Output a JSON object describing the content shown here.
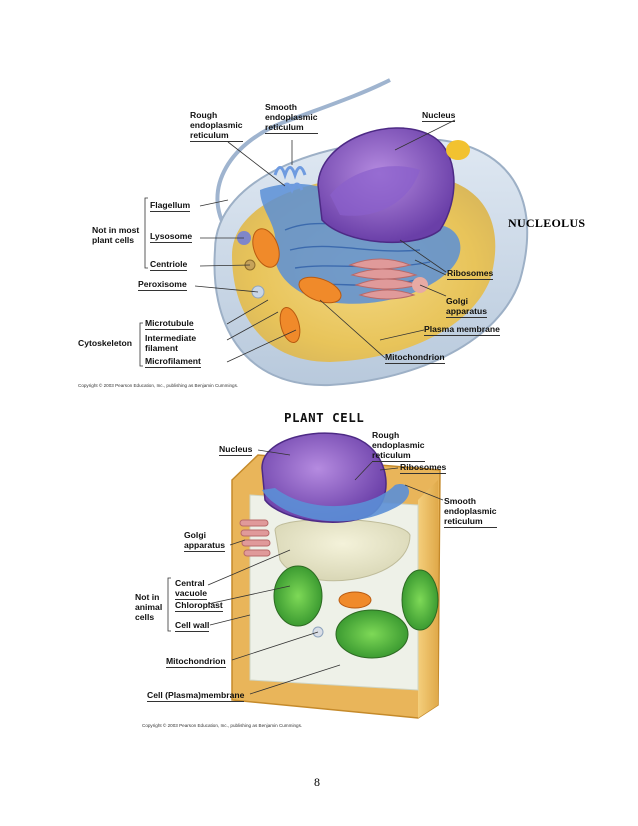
{
  "animal_cell": {
    "labels": {
      "rough_er": "Rough\nendoplasmic\nreticulum",
      "smooth_er": "Smooth\nendoplasmic\nreticulum",
      "nucleus": "Nucleus",
      "flagellum": "Flagellum",
      "not_in_plant": "Not in most\nplant cells",
      "lysosome": "Lysosome",
      "centriole": "Centriole",
      "peroxisome": "Peroxisome",
      "ribosomes": "Ribosomes",
      "golgi": "Golgi\napparatus",
      "plasma_membrane": "Plasma membrane",
      "microtubule": "Microtubule",
      "intermediate_filament": "Intermediate\nfilament",
      "microfilament": "Microfilament",
      "cytoskeleton": "Cytoskeleton",
      "mitochondrion": "Mitochondrion"
    },
    "copyright": "Copyright © 2003 Pearson Education, Inc., publishing as Benjamin Cummings."
  },
  "side_note": "NUCLEOLUS",
  "plant_cell": {
    "title": "PLANT CELL",
    "labels": {
      "nucleus": "Nucleus",
      "rough_er": "Rough\nendoplasmic\nreticulum",
      "ribosomes": "Ribosomes",
      "smooth_er": "Smooth\nendoplasmic\nreticulum",
      "golgi": "Golgi\napparatus",
      "central_vacuole": "Central\nvacuole",
      "not_in_animal": "Not in\nanimal\ncells",
      "chloroplast": "Chloroplast",
      "cell_wall": "Cell wall",
      "mitochondrion": "Mitochondrion",
      "cell_membrane": "Cell (Plasma)membrane"
    },
    "copyright": "Copyright © 2003 Pearson Education, Inc., publishing as Benjamin Cummings."
  },
  "page_number": "8"
}
